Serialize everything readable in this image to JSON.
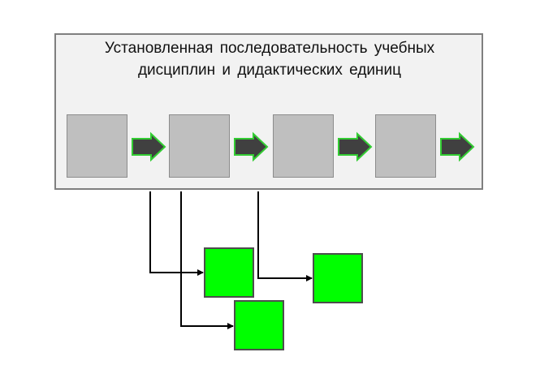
{
  "title": {
    "line1": "Установленная последовательность учебных",
    "line2": "дисциплин и дидактических единиц"
  },
  "sequence": {
    "units": 4,
    "arrows": 4
  },
  "linked_units": 3,
  "colors": {
    "panel_fill": "#f2f2f2",
    "panel_border": "#7f7f7f",
    "unit_fill": "#bfbfbf",
    "arrow_fill": "#404040",
    "arrow_outline": "#33cc33",
    "green_box": "#00ff00",
    "connector": "#000000"
  }
}
